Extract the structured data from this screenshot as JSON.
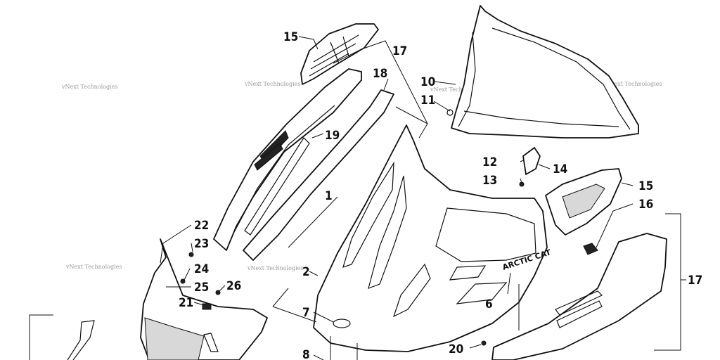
{
  "watermark": "vNext Technologies",
  "brand_label": "ARCTIC CAT",
  "callouts": {
    "c1": "1",
    "c2": "2",
    "c6": "6",
    "c7": "7",
    "c8": "8",
    "c10": "10",
    "c11": "11",
    "c12": "12",
    "c13": "13",
    "c14": "14",
    "c15a": "15",
    "c15b": "15",
    "c16": "16",
    "c17a": "17",
    "c17b": "17",
    "c18": "18",
    "c19": "19",
    "c20": "20",
    "c21": "21",
    "c22": "22",
    "c23": "23",
    "c24": "24",
    "c25": "25",
    "c26": "26"
  }
}
